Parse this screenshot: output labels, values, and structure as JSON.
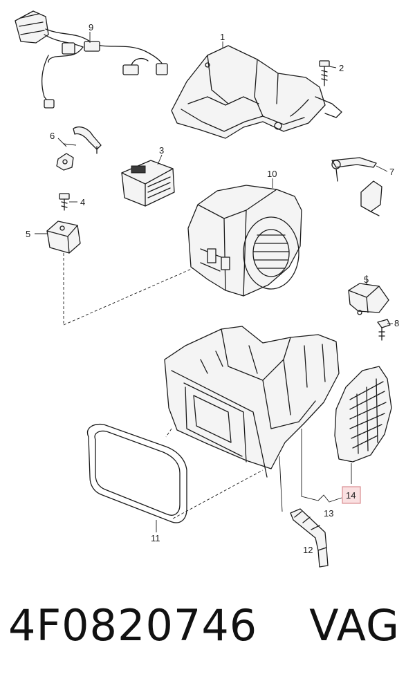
{
  "callouts": {
    "c1": "1",
    "c2": "2",
    "c3": "3",
    "c4": "4",
    "c5a": "5",
    "c5b": "5",
    "c6": "6",
    "c7": "7",
    "c8": "8",
    "c9": "9",
    "c10": "10",
    "c11": "11",
    "c12": "12",
    "c13": "13",
    "c14": "14"
  },
  "highlight_color": "#f6c6c8",
  "footer": {
    "part_number": "4F0820746",
    "brand": "VAG"
  }
}
